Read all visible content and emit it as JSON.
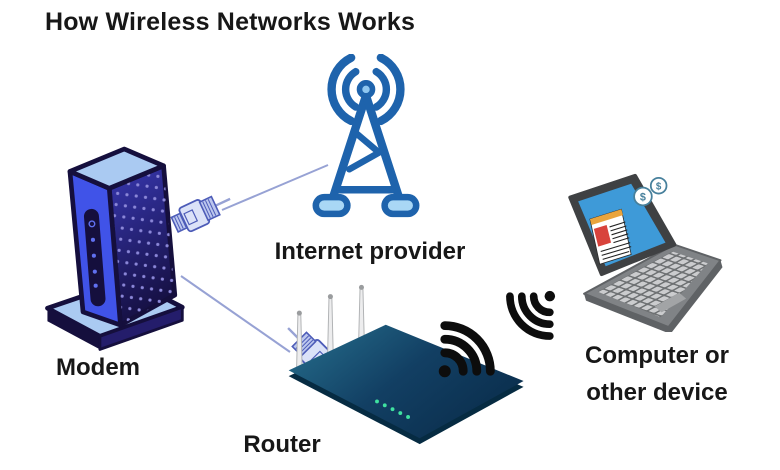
{
  "title": "How Wireless Networks Works",
  "nodes": {
    "internet_provider": {
      "label": "Internet provider",
      "icon": "cell-tower-icon"
    },
    "modem": {
      "label": "Modem",
      "icon": "modem-icon"
    },
    "router": {
      "label": "Router",
      "icon": "router-icon"
    },
    "computer": {
      "label_line1": "Computer or",
      "label_line2": "other device",
      "icon": "laptop-icon"
    }
  },
  "connections": [
    {
      "from": "modem",
      "to": "internet_provider",
      "type": "ethernet-cable"
    },
    {
      "from": "modem",
      "to": "router",
      "type": "ethernet-cable"
    },
    {
      "from": "router",
      "to": "computer",
      "type": "wifi-signal"
    }
  ],
  "laptop_screen": {
    "coin_symbol_1": "$",
    "coin_symbol_2": "$"
  },
  "colors": {
    "text": "#171717",
    "tower_blue": "#1e63ac",
    "tower_light": "#8fc7f0",
    "tower_foot": "#a9d7f5",
    "modem_outline": "#150f3d",
    "modem_dots": "#8b87d8",
    "modem_side": "#4053e8",
    "modem_top": "#aacaf2",
    "modem_base_side": "#241d6b",
    "modem_led": "#6070f0",
    "plug_fill": "#dbe2f8",
    "plug_dark": "#bcc7ee",
    "plug_stroke": "#4d5cb8",
    "cable": "#97a2d4",
    "router_edge": "#062b42",
    "antenna": "#ededee",
    "antenna_stroke": "#b0b2b4",
    "led": "#3fe2a0",
    "wifi": "#0d0d0d",
    "laptop_frame": "#3f4143",
    "screen_blue": "#3e9ad8",
    "laptop_deck": "#808386",
    "laptop_deck_dark": "#5f6265",
    "key": "#cbccce",
    "doc_bar": "#e9a43c",
    "doc_red": "#d8433c",
    "coin": "#47809c"
  }
}
